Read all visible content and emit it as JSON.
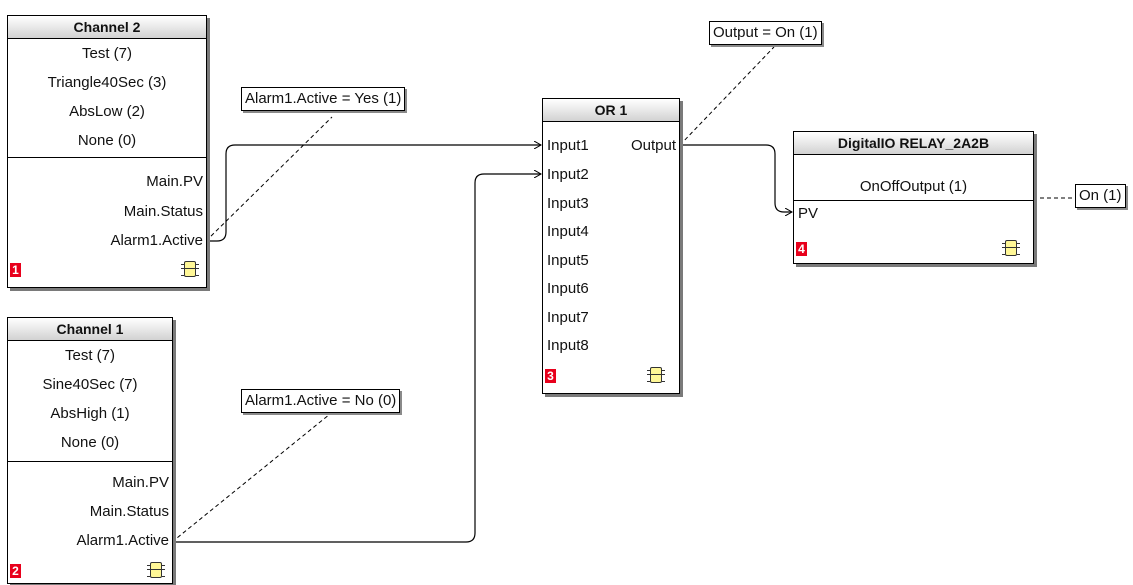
{
  "blocks": {
    "channel2": {
      "title": "Channel 2",
      "params": [
        "Test (7)",
        "Triangle40Sec (3)",
        "AbsLow (2)",
        "None (0)"
      ],
      "outputs": [
        "Main.PV",
        "Main.Status",
        "Alarm1.Active"
      ],
      "badge": "1"
    },
    "channel1": {
      "title": "Channel 1",
      "params": [
        "Test (7)",
        "Sine40Sec (7)",
        "AbsHigh (1)",
        "None (0)"
      ],
      "outputs": [
        "Main.PV",
        "Main.Status",
        "Alarm1.Active"
      ],
      "badge": "2"
    },
    "or1": {
      "title": "OR 1",
      "inputs": [
        "Input1",
        "Input2",
        "Input3",
        "Input4",
        "Input5",
        "Input6",
        "Input7",
        "Input8"
      ],
      "output": "Output",
      "badge": "3"
    },
    "relay": {
      "title": "DigitalIO RELAY_2A2B",
      "params": [
        "OnOffOutput (1)"
      ],
      "input": "PV",
      "badge": "4"
    }
  },
  "callouts": {
    "alarm_ch2": "Alarm1.Active = Yes (1)",
    "alarm_ch1": "Alarm1.Active = No (0)",
    "or_output": "Output = On (1)",
    "relay_value": "On (1)"
  },
  "colors": {
    "badge": "#e8001c",
    "chip": "#fff796",
    "shadow": "#7a7a7a"
  }
}
